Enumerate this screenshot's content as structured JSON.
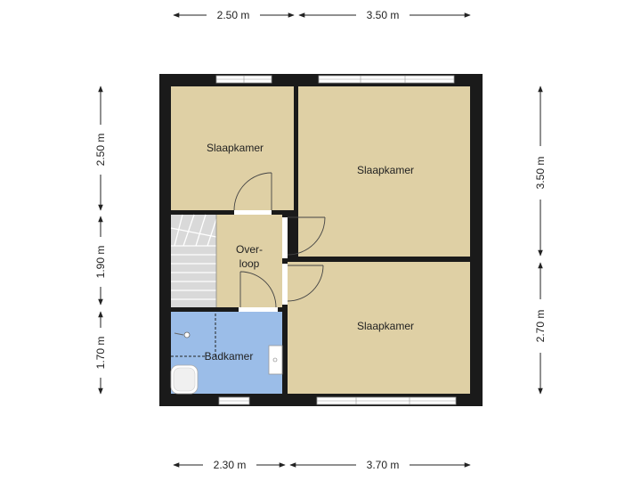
{
  "colors": {
    "bedroom": "#dfd0a5",
    "bathroom": "#9bbde8",
    "hallway": "#dfd0a5",
    "stairs": "#d9d9d9",
    "wall": "#1a1a1a",
    "dimension": "#222222"
  },
  "dimensions": {
    "top_left": "2.50 m",
    "top_right": "3.50 m",
    "bottom_left": "2.30 m",
    "bottom_right": "3.70 m",
    "left_top": "2.50 m",
    "left_middle": "1.90 m",
    "left_bottom": "1.70 m",
    "right_top": "3.50 m",
    "right_bottom": "2.70 m"
  },
  "rooms": {
    "bedroom_top_left": "Slaapkamer",
    "bedroom_top_right": "Slaapkamer",
    "bedroom_bottom_right": "Slaapkamer",
    "hallway_line1": "Over-",
    "hallway_line2": "loop",
    "bathroom": "Badkamer"
  },
  "icons": {
    "stairs": "stairs-icon",
    "bathtub": "bathtub-icon",
    "sink": "sink-icon",
    "shower": "shower-icon",
    "door": "door-swing-icon",
    "window": "window-icon"
  }
}
